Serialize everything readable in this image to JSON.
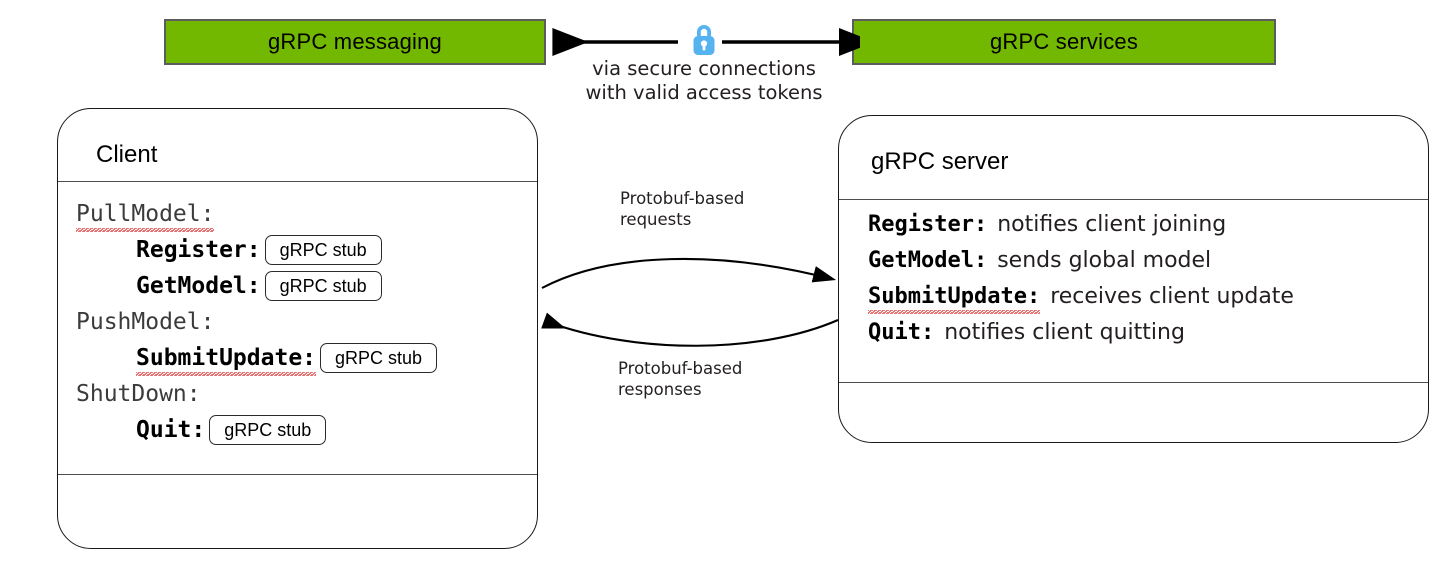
{
  "banners": {
    "left": {
      "label": "gRPC messaging",
      "color": "#72b800"
    },
    "right": {
      "label": "gRPC services",
      "color": "#72b800"
    }
  },
  "secure_link": {
    "caption": "via secure connections\nwith valid access tokens",
    "icon": "lock-icon",
    "icon_color": "#55b3ef",
    "left_arrow": "arrow-left",
    "right_arrow": "arrow-right"
  },
  "client": {
    "title": "Client",
    "groups": [
      {
        "name": "PullModel:",
        "methods": [
          {
            "name": "Register:",
            "stub": "gRPC stub"
          },
          {
            "name": "GetModel:",
            "stub": "gRPC stub"
          }
        ]
      },
      {
        "name": "PushModel:",
        "methods": [
          {
            "name": "SubmitUpdate:",
            "stub": "gRPC stub"
          }
        ]
      },
      {
        "name": "ShutDown:",
        "methods": [
          {
            "name": "Quit:",
            "stub": "gRPC stub"
          }
        ]
      }
    ]
  },
  "server": {
    "title": "gRPC server",
    "methods": [
      {
        "name": "Register:",
        "description": "notifies client joining"
      },
      {
        "name": "GetModel:",
        "description": "sends global model"
      },
      {
        "name": "SubmitUpdate:",
        "description": "receives client update"
      },
      {
        "name": "Quit:",
        "description": "notifies client quitting"
      }
    ]
  },
  "flows": {
    "request_label": "Protobuf-based\nrequests",
    "response_label": "Protobuf-based\nresponses"
  }
}
